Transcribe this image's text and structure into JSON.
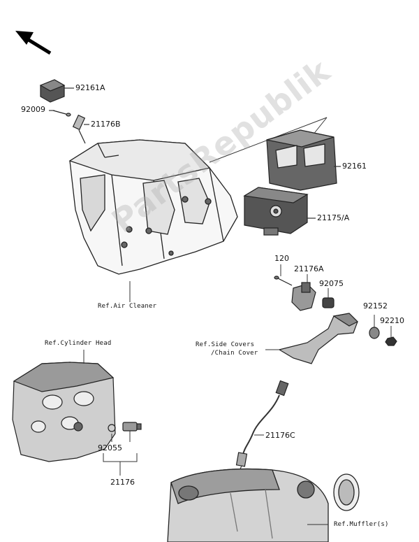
{
  "watermark": "PartsRepublik",
  "parts": {
    "p92161A": "92161A",
    "p92009": "92009",
    "p21176B": "21176B",
    "p92161": "92161",
    "p21175A": "21175/A",
    "p120": "120",
    "p21176A": "21176A",
    "p92075": "92075",
    "p92152": "92152",
    "p92210": "92210",
    "p21176C": "21176C",
    "p92055": "92055",
    "p21176": "21176"
  },
  "refs": {
    "air_cleaner": "Ref.Air Cleaner",
    "cylinder_head": "Ref.Cylinder Head",
    "side_covers_1": "Ref.Side Covers",
    "side_covers_2": "/Chain Cover",
    "muffler": "Ref.Muffler(s)"
  }
}
